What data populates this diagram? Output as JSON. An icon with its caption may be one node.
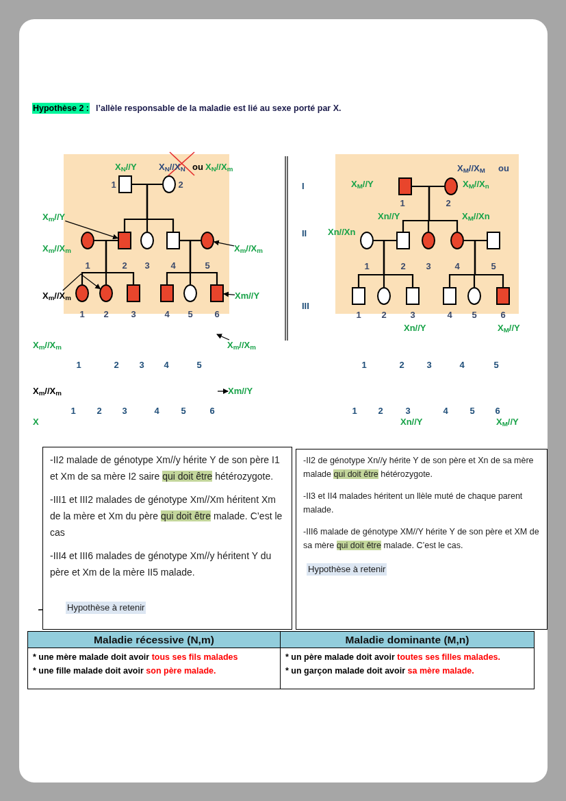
{
  "diagram": {
    "nodes": [
      {
        "text": [],
        "shape": "box",
        "beside": [
          "1"
        ]
      },
      {
        "text": [],
        "shape": "circle",
        "beside": [
          "2"
        ]
      },
      {
        "text": [],
        "shape": "circle",
        "beside": [
          "1"
        ]
      },
      {
        "text": [],
        "shape": "box",
        "beside": [
          "2"
        ]
      },
      {
        "text": [],
        "shape": "circle",
        "beside": [
          "3"
        ]
      },
      {
        "text": [],
        "shape": "box",
        "beside": [
          "4"
        ]
      },
      {
        "text": [],
        "shape": "circle",
        "beside": [
          "5"
        ]
      },
      {
        "text": [],
        "shape": "circle",
        "beside": [
          "1"
        ]
      },
      {
        "text": [],
        "shape": "circle",
        "beside": [
          "2"
        ]
      },
      {
        "text": [],
        "shape": "box",
        "beside": [
          "3"
        ]
      },
      {
        "text": [],
        "shape": "box",
        "beside": [
          "4"
        ]
      },
      {
        "text": [],
        "shape": "circle",
        "beside": [
          "5"
        ]
      },
      {
        "text": [],
        "shape": "box",
        "beside": [
          "6"
        ]
      },
      {
        "text": [],
        "shape": "box",
        "beside": [
          "1"
        ]
      },
      {
        "text": [],
        "shape": "circle",
        "beside": [
          "2"
        ]
      },
      {
        "text": [],
        "shape": "circle",
        "beside": [
          "1"
        ]
      },
      {
        "text": [],
        "shape": "box",
        "beside": [
          "2"
        ]
      },
      {
        "text": [],
        "shape": "circle",
        "beside": [
          "3"
        ]
      },
      {
        "text": [],
        "shape": "circle",
        "beside": [
          "4"
        ]
      },
      {
        "text": [],
        "shape": "box",
        "beside": [
          "5"
        ]
      },
      {
        "text": [],
        "shape": "box",
        "beside": [
          "1"
        ]
      },
      {
        "text": [],
        "shape": "circle",
        "beside": [
          "2"
        ]
      },
      {
        "text": [],
        "shape": "box",
        "beside": [
          "3"
        ]
      },
      {
        "text": [],
        "shape": "box",
        "beside": [
          "4"
        ]
      },
      {
        "text": [],
        "shape": "circle",
        "beside": [
          "5"
        ]
      },
      {
        "text": [],
        "shape": "box",
        "beside": [
          "6"
        ]
      },
      {
        "text": [
          "X$_{m}$//Y"
        ]
      },
      {
        "text": [
          "X$_{m}$//X$_{m}$"
        ]
      },
      {
        "text": [
          "X$_{m}$//X$_{m}$"
        ]
      },
      {
        "text": [
          "Xm//Y"
        ]
      },
      {
        "text": [
          "X$_{m}$//X$_{m}$"
        ]
      },
      {
        "text": [
          "Xm//Y"
        ]
      },
      {
        "text": [
          "-II2 malade de génotype Xm//y hérite Y de son père I1 et Xm de sa mère I2 saire qui doit être hétérozygote.",
          "-III1 et III2 malades de génotype Xm//Xm héritent Xm de la mère et Xm du père qui doit être malade. C’est le cas",
          "-III4 et III6 malades de génotype Xm//y héritent Y du père et Xm de la mère II5 malade."
        ]
      },
      {
        "text": [
          "Hypothèse à retenir"
        ],
        "in": 32
      },
      {
        "text": [
          "-II2 de génotype Xn//y hérite Y de son père et Xn de sa mère malade qui doit être hétérozygote.",
          "-II3 et II4 malades héritent un llèle muté de chaque parent malade.",
          "-III6 malade de génotype XM//Y hérite Y de son père et XM de sa mère qui doit être malade. C’est le cas."
        ]
      },
      {
        "text": [
          "Hypothèse à retenir"
        ],
        "in": 34
      },
      {
        "text": [
          "Maladie récessive (N,m)"
        ]
      },
      {
        "text": [
          "Maladie dominante (M,n)"
        ]
      },
      {
        "text": [
          "* une mère malade doit avoir tous ses fils malades",
          "* une fille malade doit avoir son père malade."
        ]
      },
      {
        "text": [
          "* un père malade doit avoir toutes ses filles malades.",
          "* un garçon malade doit avoir sa mère malade."
        ]
      }
    ],
    "edges": [
      {
        "from": 0,
        "to": 1,
        "arrow": "none"
      },
      {
        "from": 0,
        "to": 3,
        "arrow": "none"
      },
      {
        "from": 0,
        "to": 4,
        "arrow": "none"
      },
      {
        "from": 0,
        "to": 5,
        "arrow": "none"
      },
      {
        "from": 2,
        "to": 3,
        "arrow": "none"
      },
      {
        "from": 3,
        "to": 7,
        "arrow": "none"
      },
      {
        "from": 3,
        "to": 8,
        "arrow": "none"
      },
      {
        "from": 3,
        "to": 9,
        "arrow": "none"
      },
      {
        "from": 5,
        "to": 6,
        "arrow": "none"
      },
      {
        "from": 5,
        "to": 10,
        "arrow": "none"
      },
      {
        "from": 5,
        "to": 11,
        "arrow": "none"
      },
      {
        "from": 5,
        "to": 12,
        "arrow": "none"
      },
      {
        "from": 13,
        "to": 14,
        "arrow": "none"
      },
      {
        "from": 13,
        "to": 16,
        "arrow": "none"
      },
      {
        "from": 13,
        "to": 17,
        "arrow": "none"
      },
      {
        "from": 13,
        "to": 18,
        "arrow": "none"
      },
      {
        "from": 15,
        "to": 16,
        "arrow": "none"
      },
      {
        "from": 16,
        "to": 20,
        "arrow": "none"
      },
      {
        "from": 16,
        "to": 21,
        "arrow": "none"
      },
      {
        "from": 16,
        "to": 22,
        "arrow": "none"
      },
      {
        "from": 18,
        "to": 19,
        "arrow": "none"
      },
      {
        "from": 19,
        "to": 23,
        "arrow": "none"
      },
      {
        "from": 19,
        "to": 24,
        "arrow": "none"
      },
      {
        "from": 19,
        "to": 25,
        "arrow": "none"
      },
      {
        "from": 26,
        "to": 3,
        "arrow": "to"
      },
      {
        "from": 27,
        "to": 6,
        "arrow": "to"
      },
      {
        "from": 28,
        "to": 8,
        "arrow": "to"
      },
      {
        "from": 29,
        "to": 12,
        "arrow": "to"
      },
      {
        "from": 30,
        "to": null,
        "arrow": "to"
      },
      {
        "from": null,
        "to": 31,
        "arrow": "to"
      },
      {
        "from": null,
        "to": 33,
        "arrow": "to"
      }
    ],
    "labels": [
      "Hypothèse 2 :",
      "l’allèle responsable de la maladie est lié au sexe porté par X.",
      "X$_{N}$//Y",
      "X$_{N}$//X$_{N}$",
      "ou",
      "X$_{N}$//X$_{m}$",
      "X$_{m}$//X$_{m}$",
      "X$_{M}$//X$_{M}$",
      "ou",
      "I",
      "X$_{M}$//Y",
      "X$_{M}$//X$_{n}$",
      "Xn//Y",
      "X$_{M}$//Xn",
      "II",
      "Xn//Xn",
      "III",
      "Xn//Y",
      "X$_{M}$//Y",
      "X$_{m}$//X$_{m}$",
      "1",
      "2",
      "3",
      "4",
      "5",
      "1",
      "2",
      "3",
      "4",
      "5",
      "X$_{m}$//X$_{m}$",
      "1",
      "2",
      "3",
      "4",
      "5",
      "6",
      "1",
      "2",
      "3",
      "4",
      "5",
      "6",
      "X",
      "Xn//Y",
      "X$_{M}$//Y"
    ]
  }
}
